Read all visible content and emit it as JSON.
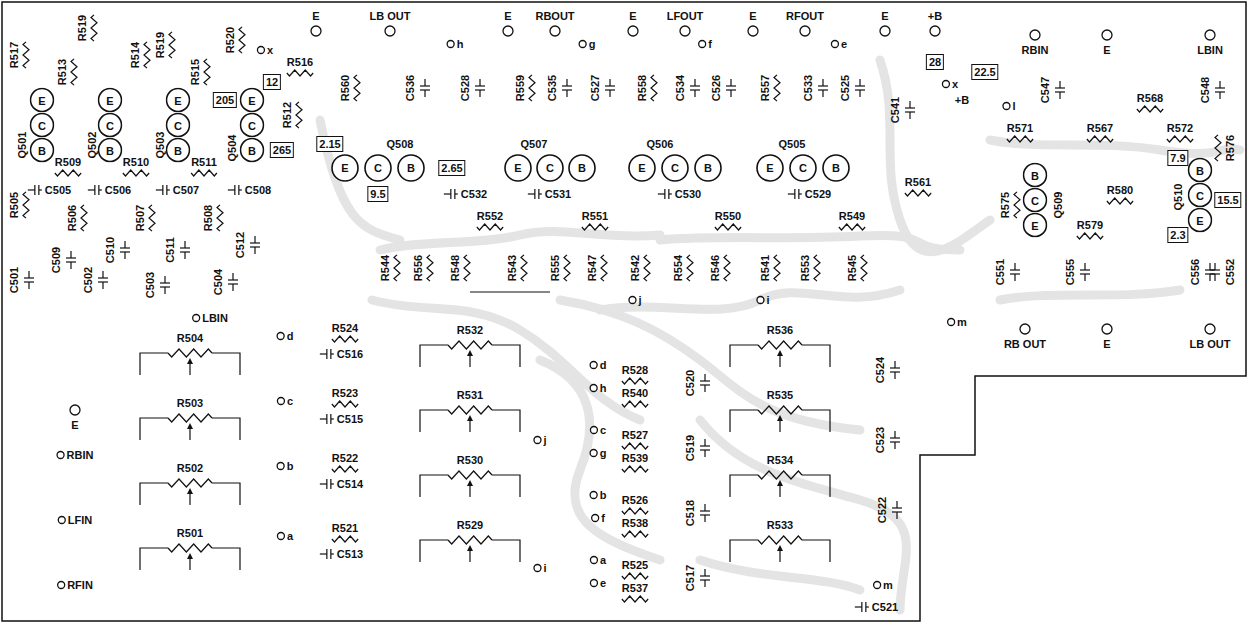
{
  "diagram": {
    "nodes": [
      {
        "text": [
          "E"
        ]
      },
      {
        "text": [
          "C"
        ]
      },
      {
        "text": [
          "B"
        ]
      },
      {
        "text": [
          "E"
        ]
      },
      {
        "text": [
          "C"
        ]
      },
      {
        "text": [
          "B"
        ]
      },
      {
        "text": [
          "E"
        ]
      },
      {
        "text": [
          "C"
        ]
      },
      {
        "text": [
          "B"
        ]
      },
      {
        "text": [
          "E"
        ]
      },
      {
        "text": [
          "C"
        ]
      },
      {
        "text": [
          "B"
        ]
      },
      {
        "text": [
          "205"
        ]
      },
      {
        "text": [
          "12"
        ]
      },
      {
        "text": [
          "265"
        ]
      },
      {
        "text": [
          "2.15"
        ]
      },
      {
        "text": [
          "E"
        ]
      },
      {
        "text": [
          "C"
        ]
      },
      {
        "text": [
          "B"
        ]
      },
      {
        "text": [
          "2.65"
        ]
      },
      {
        "text": [
          "9.5"
        ]
      },
      {
        "text": [
          "E"
        ]
      },
      {
        "text": [
          "C"
        ]
      },
      {
        "text": [
          "B"
        ]
      },
      {
        "text": [
          "E"
        ]
      },
      {
        "text": [
          "C"
        ]
      },
      {
        "text": [
          "B"
        ]
      },
      {
        "text": [
          "E"
        ]
      },
      {
        "text": [
          "C"
        ]
      },
      {
        "text": [
          "B"
        ]
      },
      {
        "text": [
          "28"
        ]
      },
      {
        "text": [
          "22.5"
        ]
      },
      {
        "text": [
          "7.9"
        ]
      },
      {
        "text": [
          "B"
        ]
      },
      {
        "text": [
          "C"
        ]
      },
      {
        "text": [
          "E"
        ]
      },
      {
        "text": [
          "B"
        ]
      },
      {
        "text": [
          "C"
        ]
      },
      {
        "text": [
          "E"
        ]
      },
      {
        "text": [
          "15.5"
        ]
      },
      {
        "text": [
          "2.3"
        ]
      }
    ],
    "labels": [
      "R517",
      "R519",
      "R513",
      "R514",
      "R519",
      "R515",
      "R520",
      "R516",
      "x",
      "R512",
      "Q501",
      "R509",
      "Q502",
      "R510",
      "Q503",
      "R511",
      "Q504",
      "R505",
      "C505",
      "R506",
      "C506",
      "R507",
      "C507",
      "R508",
      "C508",
      "C509",
      "C510",
      "C511",
      "C512",
      "C501",
      "C502",
      "C503",
      "C504",
      "E",
      "LB OUT",
      "E",
      "RBOUT",
      "E",
      "LFOUT",
      "E",
      "RFOUT",
      "E",
      "+B",
      "h",
      "g",
      "f",
      "e",
      "R560",
      "C536",
      "C528",
      "R559",
      "C535",
      "C527",
      "R558",
      "C534",
      "C526",
      "R557",
      "C533",
      "C525",
      "Q508",
      "Q507",
      "Q506",
      "Q505",
      "C532",
      "C531",
      "C530",
      "C529",
      "R552",
      "R551",
      "R550",
      "R549",
      "R544",
      "R556",
      "R548",
      "R543",
      "R555",
      "R547",
      "R542",
      "R554",
      "R546",
      "R541",
      "R553",
      "R545",
      "j",
      "i",
      "C541",
      "x",
      "+B",
      "l",
      "RBIN",
      "E",
      "LBIN",
      "C547",
      "C548",
      "R568",
      "R571",
      "R567",
      "R572",
      "R561",
      "R575",
      "Q509",
      "R580",
      "R579",
      "R576",
      "Q510",
      "C551",
      "C555",
      "C556",
      "C552",
      "m",
      "RB OUT",
      "E",
      "LB OUT",
      "LBIN",
      "R504",
      "R503",
      "R502",
      "R501",
      "E",
      "RBIN",
      "LFIN",
      "RFIN",
      "d",
      "R524",
      "C516",
      "c",
      "R523",
      "C515",
      "b",
      "R522",
      "C514",
      "a",
      "R521",
      "C513",
      "R532",
      "R531",
      "R530",
      "R529",
      "j",
      "i",
      "d",
      "h",
      "R528",
      "R540",
      "C520",
      "c",
      "g",
      "R527",
      "R539",
      "C519",
      "b",
      "f",
      "R526",
      "R538",
      "C518",
      "a",
      "e",
      "R525",
      "R537",
      "C517",
      "R536",
      "R535",
      "R534",
      "R533",
      "C524",
      "C523",
      "C522",
      "m",
      "C521"
    ]
  }
}
